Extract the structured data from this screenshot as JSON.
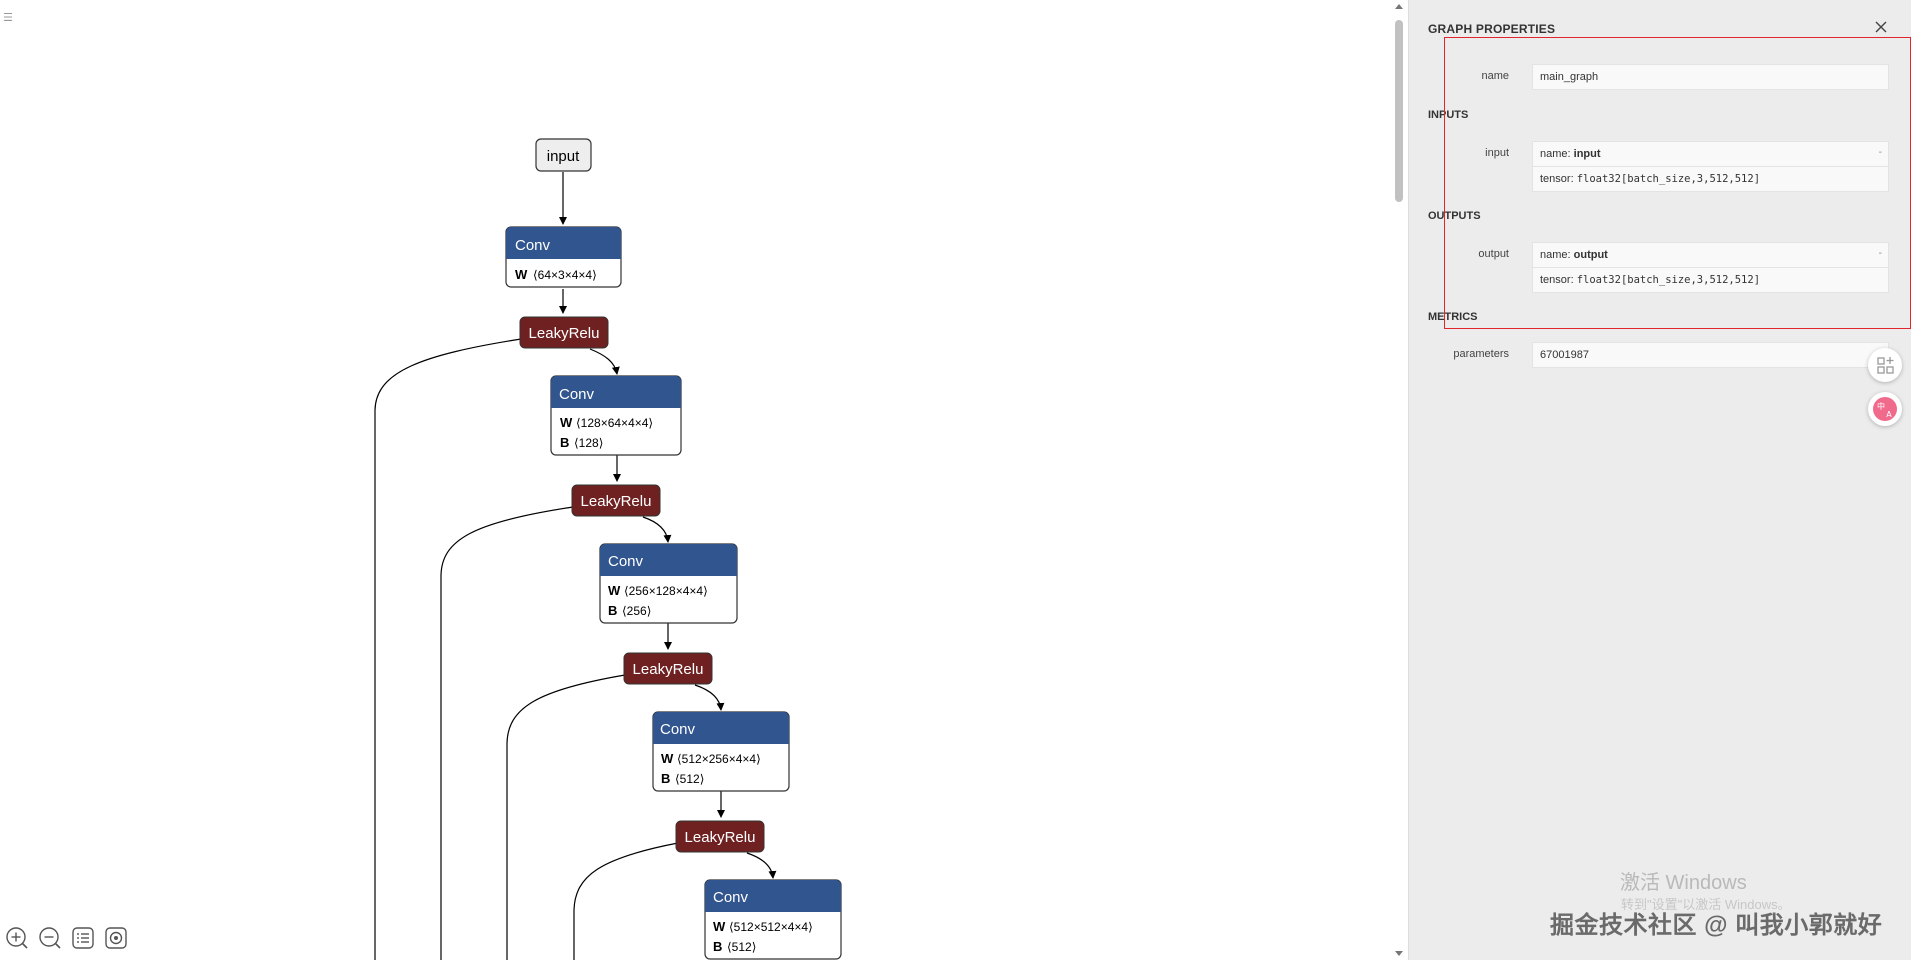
{
  "graph": {
    "input_label": "input",
    "conv_label": "Conv",
    "relu_label": "LeakyRelu",
    "nodes": [
      {
        "type": "Conv",
        "attrs": [
          {
            "key": "W",
            "value": "⟨64×3×4×4⟩"
          }
        ]
      },
      {
        "type": "LeakyRelu"
      },
      {
        "type": "Conv",
        "attrs": [
          {
            "key": "W",
            "value": "⟨128×64×4×4⟩"
          },
          {
            "key": "B",
            "value": "⟨128⟩"
          }
        ]
      },
      {
        "type": "LeakyRelu"
      },
      {
        "type": "Conv",
        "attrs": [
          {
            "key": "W",
            "value": "⟨256×128×4×4⟩"
          },
          {
            "key": "B",
            "value": "⟨256⟩"
          }
        ]
      },
      {
        "type": "LeakyRelu"
      },
      {
        "type": "Conv",
        "attrs": [
          {
            "key": "W",
            "value": "⟨512×256×4×4⟩"
          },
          {
            "key": "B",
            "value": "⟨512⟩"
          }
        ]
      },
      {
        "type": "LeakyRelu"
      },
      {
        "type": "Conv",
        "attrs": [
          {
            "key": "W",
            "value": "⟨512×512×4×4⟩"
          },
          {
            "key": "B",
            "value": "⟨512⟩"
          }
        ]
      }
    ],
    "colors": {
      "conv_header": "#31558f",
      "relu": "#6f2121",
      "input_fill": "#eeeeee"
    }
  },
  "toolbar": {
    "icons": [
      "zoom-in-icon",
      "zoom-out-icon",
      "list-icon",
      "target-icon"
    ]
  },
  "sidebar": {
    "title": "GRAPH PROPERTIES",
    "name_label": "name",
    "name_value": "main_graph",
    "inputs_title": "INPUTS",
    "input_label": "input",
    "input_name_prefix": "name: ",
    "input_name_value": "input",
    "input_tensor_prefix": "tensor: ",
    "input_tensor_value": "float32[batch_size,3,512,512]",
    "outputs_title": "OUTPUTS",
    "output_label": "output",
    "output_name_prefix": "name: ",
    "output_name_value": "output",
    "output_tensor_prefix": "tensor: ",
    "output_tensor_value": "float32[batch_size,3,512,512]",
    "metrics_title": "METRICS",
    "parameters_label": "parameters",
    "parameters_value": "67001987",
    "expand_glyph": "-",
    "highlight_color": "#e0262c"
  },
  "watermarks": {
    "activate_title": "激活 Windows",
    "activate_sub": "转到\"设置\"以激活 Windows。",
    "community": "掘金技术社区 @ 叫我小郭就好"
  }
}
